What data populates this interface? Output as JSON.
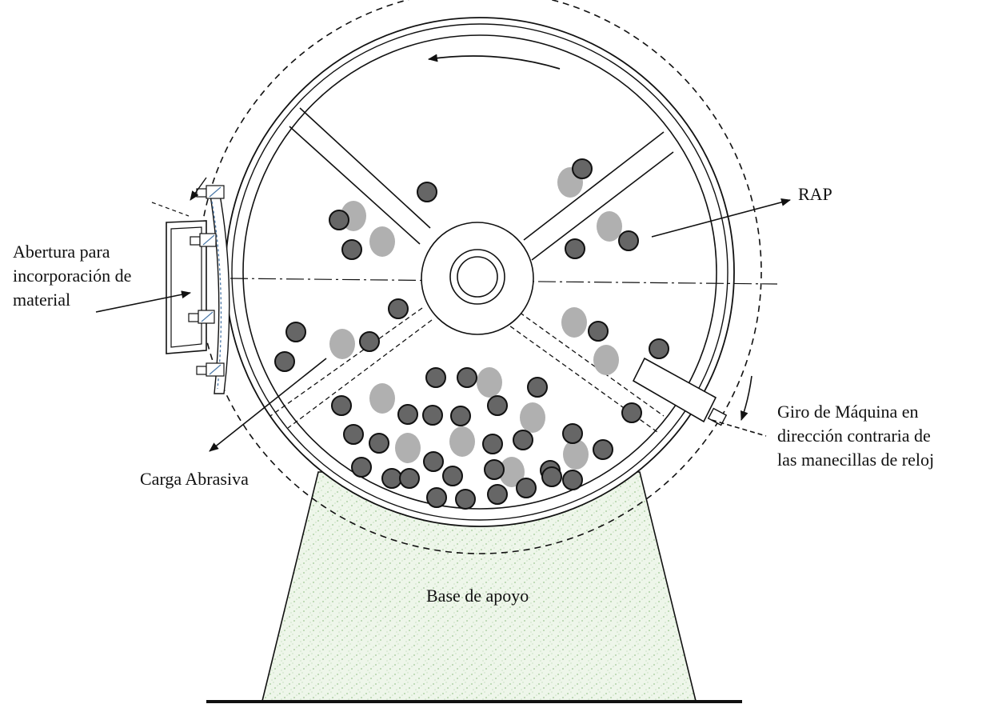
{
  "labels": {
    "abertura": [
      "Abertura para",
      "incorporación de",
      "material"
    ],
    "rap": "RAP",
    "giro": [
      "Giro de Máquina en",
      "dirección contraria de",
      "las manecillas de reloj"
    ],
    "carga": "Carga Abrasiva",
    "base": "Base de apoyo"
  },
  "colors": {
    "line": "#111111",
    "abrasive_ball": "#666666",
    "rap_particle": "#b0b0b0",
    "base_fill": "#eef6ea",
    "base_speckle": "#9fc894",
    "door_hatch": "#4a78a8"
  }
}
